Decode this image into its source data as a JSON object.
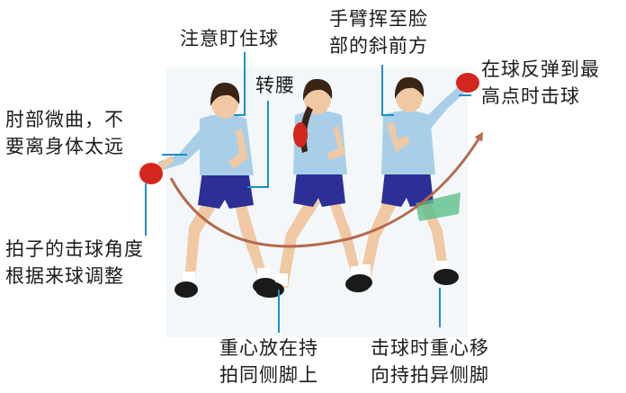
{
  "labels": {
    "watch_ball": "注意盯住球",
    "turn_waist": "转腰",
    "arm_swing": [
      "手臂挥至脸",
      "部的斜前方"
    ],
    "hit_point": [
      "在球反弹到最",
      "高点时击球"
    ],
    "elbow": [
      "肘部微曲，不",
      "要离身体太远"
    ],
    "paddle_angle": [
      "拍子的击球角度",
      "根据来球调整"
    ],
    "weight_same_side": [
      "重心放在持",
      "拍同侧脚上"
    ],
    "weight_shift": [
      "击球时重心移",
      "向持拍异侧脚"
    ]
  },
  "colors": {
    "shirt": "#a9cfe8",
    "shorts": "#2c2f95",
    "skin": "#f0c9a4",
    "hair": "#3a2416",
    "paddle": "#d3261d",
    "net": "#5cbf8a",
    "callout_line": "#1d8fc9",
    "swing_arc": "#b66a4c",
    "backdrop": "#e9f0f5"
  }
}
